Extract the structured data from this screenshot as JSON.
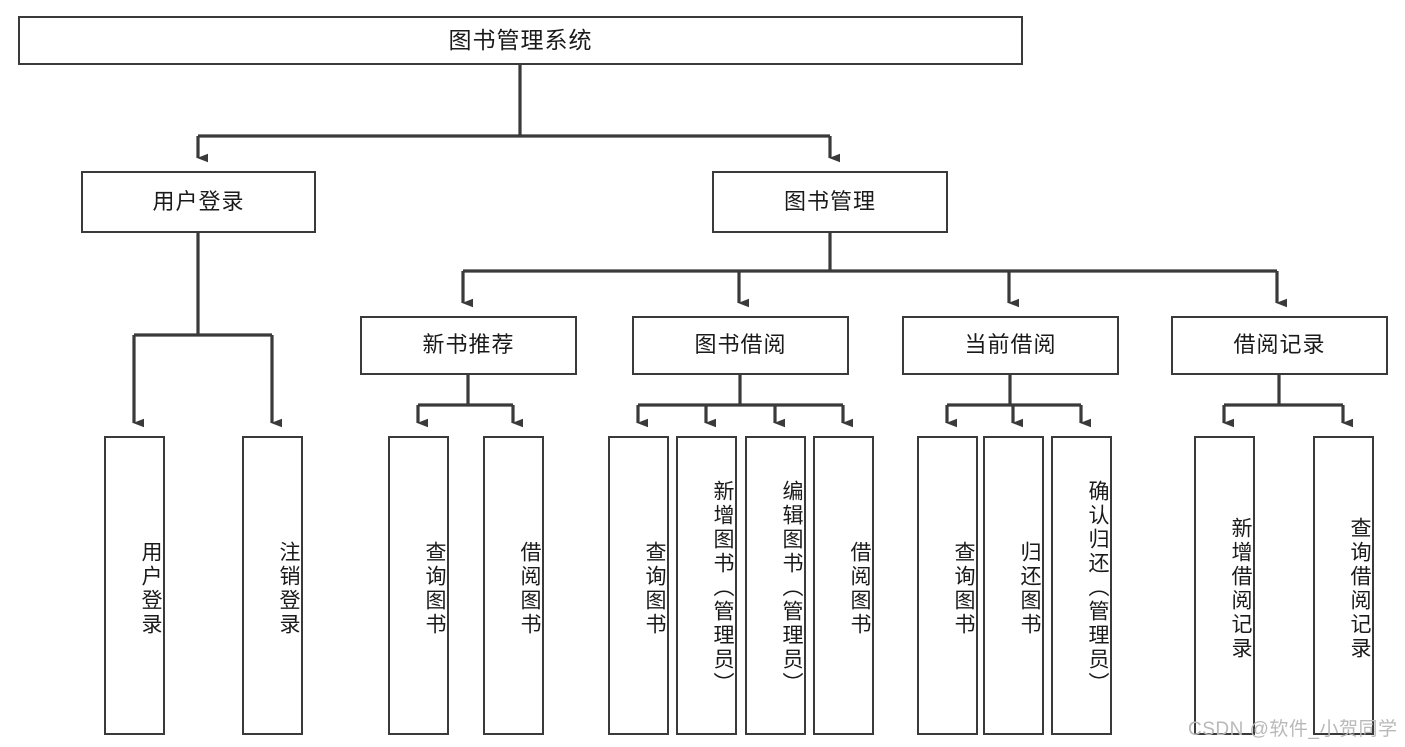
{
  "diagram": {
    "title": "图书管理系统",
    "type": "tree-hierarchy-diagram",
    "colors": {
      "box_border": "#3a3a3a",
      "box_fill": "#ffffff",
      "edge": "#3a3a3a",
      "text": "#1a1a1a",
      "watermark": "#b9b9b9",
      "background": "#ffffff"
    },
    "nodes": {
      "root": {
        "label": "图书管理系统"
      },
      "level1": [
        {
          "id": "user-login",
          "label": "用户登录"
        },
        {
          "id": "book-management",
          "label": "图书管理"
        }
      ],
      "level2": [
        {
          "id": "new-book-recommend",
          "label": "新书推荐"
        },
        {
          "id": "book-borrow",
          "label": "图书借阅"
        },
        {
          "id": "current-borrow",
          "label": "当前借阅"
        },
        {
          "id": "borrow-record",
          "label": "借阅记录"
        }
      ],
      "leaves": {
        "user_login": [
          {
            "id": "leaf-user-login",
            "label": "用户登录"
          },
          {
            "id": "leaf-logout-login",
            "label": "注销登录"
          }
        ],
        "new_book_recommend": [
          {
            "id": "leaf-query-book-1",
            "label": "查询图书"
          },
          {
            "id": "leaf-borrow-book-1",
            "label": "借阅图书"
          }
        ],
        "book_borrow": [
          {
            "id": "leaf-query-book-2",
            "label": "查询图书"
          },
          {
            "id": "leaf-add-book",
            "label": "新增图书（管理员）"
          },
          {
            "id": "leaf-edit-book",
            "label": "编辑图书（管理员）"
          },
          {
            "id": "leaf-borrow-book-2",
            "label": "借阅图书"
          }
        ],
        "current_borrow": [
          {
            "id": "leaf-query-book-3",
            "label": "查询图书"
          },
          {
            "id": "leaf-return-book",
            "label": "归还图书"
          },
          {
            "id": "leaf-confirm-return",
            "label": "确认归还（管理员）"
          }
        ],
        "borrow_record": [
          {
            "id": "leaf-add-borrow-record",
            "label": "新增借阅记录"
          },
          {
            "id": "leaf-query-borrow-record",
            "label": "查询借阅记录"
          }
        ]
      }
    },
    "watermark": "CSDN @软件_小贺同学"
  }
}
